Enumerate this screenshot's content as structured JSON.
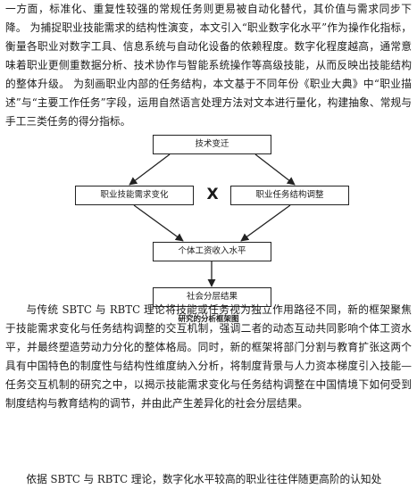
{
  "paragraph_1": "一方面，标准化、重复性较强的常规任务则更易被自动化替代，其价值与需求同步下降。 为捕捉职业技能需求的结构性演变，本文引入“职业数字化水平”作为操作化指标，衡量各职业对数字工具、信息系统与自动化设备的依赖程度。数字化程度越高，通常意味着职业更侧重数据分析、技术协作与智能系统操作等高级技能，从而反映出技能结构的整体升级。 为刻画职业内部的任务结构，本文基于不同年份《职业大典》中“职业描述”与“主要工作任务”字段，运用自然语言处理方法对文本进行量化，构建抽象、常规与手工三类任务的得分指标。",
  "diagram": {
    "top_box": "技术变迁",
    "left_box": "职业技能需求变化",
    "right_box": "职业任务结构调整",
    "interaction_symbol": "X",
    "middle_box": "个体工资收入水平",
    "bottom_box": "社会分层结果",
    "caption": "研究的分析框架图"
  },
  "paragraph_2": "与传统 SBTC 与 RBTC 理论将技能或任务视为独立作用路径不同，新的框架聚焦于技能需求变化与任务结构调整的交互机制，强调二者的动态互动共同影响个体工资水平，并最终塑造劳动力分化的整体格局。同时，新的框架将部门分割与教育扩张这两个具有中国特色的制度性与结构性维度纳入分析，将制度背景与人力资本梯度引入技能—任务交互机制的研究之中，以揭示技能需求变化与任务结构调整在中国情境下如何受到制度结构与教育结构的调节，并由此产生差异化的社会分层结果。",
  "paragraph_3": "依据 SBTC 与 RBTC 理论，数字化水平较高的职业往往伴随更高阶的认知处"
}
